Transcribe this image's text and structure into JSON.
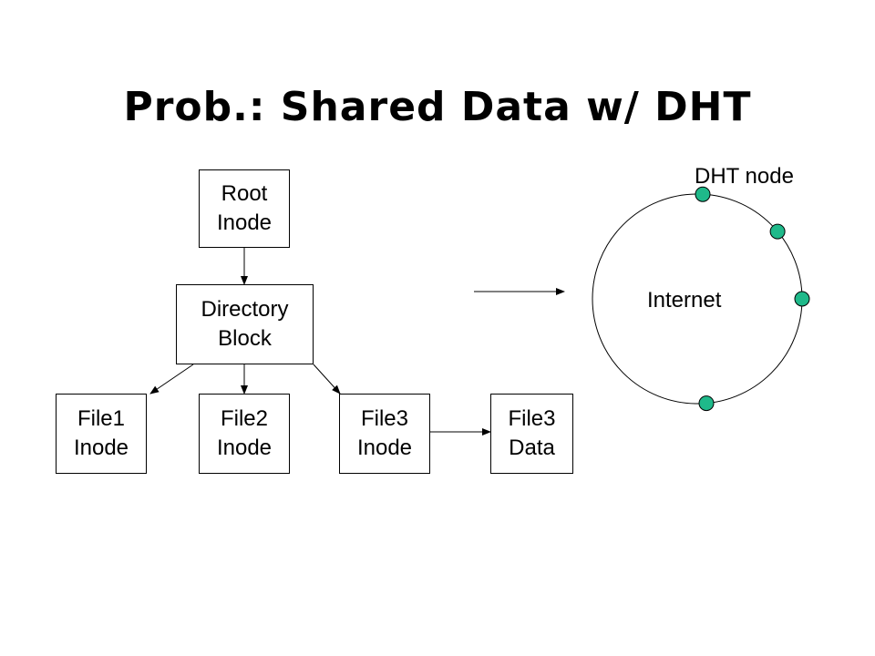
{
  "title": "Prob.: Shared Data w/ DHT",
  "tree": {
    "root_inode": [
      "Root",
      "Inode"
    ],
    "directory_block": [
      "Directory",
      "Block"
    ],
    "file1_inode": [
      "File1",
      "Inode"
    ],
    "file2_inode": [
      "File2",
      "Inode"
    ],
    "file3_inode": [
      "File3",
      "Inode"
    ],
    "file3_data": [
      "File3",
      "Data"
    ]
  },
  "dht": {
    "node_label": "DHT node",
    "ring_label": "Internet",
    "node_count": 4,
    "node_color": "#1fb98a"
  }
}
